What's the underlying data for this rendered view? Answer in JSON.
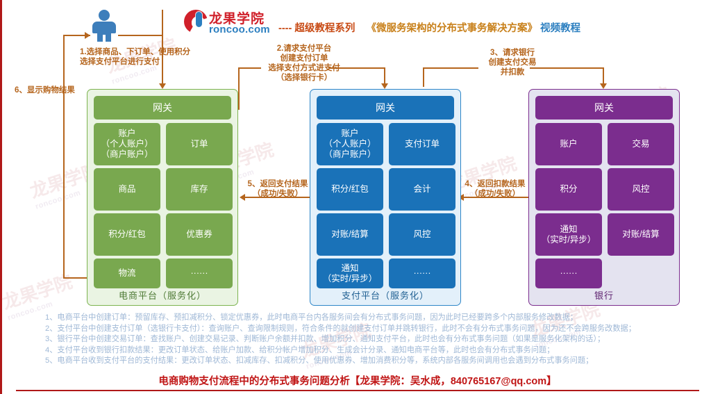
{
  "brand": {
    "logo_cn": "龙果学院",
    "logo_en": "roncoo.com",
    "logo_icon": "roncoo-logo-icon"
  },
  "header": {
    "dash": "----",
    "series": "超级教程系列",
    "course": "《微服务架构的分布式事务解决方案》",
    "suffix": "视频教程"
  },
  "actor": {
    "icon": "user-person-icon"
  },
  "flow_notes": {
    "n1": "1.选择商品、下订单、使用积分\n选择支付平台进行支付",
    "n2": "2.请求支付平台\n创建支付订单\n选择支付方式进支付\n（选择银行卡）",
    "n3": "3、请求银行\n创建支付交易\n并扣款",
    "n4": "4、返回扣款结果\n（成功/失败）",
    "n5": "5、返回支付结果\n（成功/失败）",
    "n6": "6、显示购物结果"
  },
  "panels": [
    {
      "id": "ecommerce",
      "caption": "电商平台（服务化）",
      "gateway": "网关",
      "color": "#79a84f",
      "cells": [
        "账户\n（个人账户）\n（商户账户）",
        "订单",
        "商品",
        "库存",
        "积分/红包",
        "优惠券",
        "物流",
        "······"
      ]
    },
    {
      "id": "payment",
      "caption": "支付平台（服务化）",
      "gateway": "网关",
      "color": "#1a72b8",
      "cells": [
        "账户\n（个人账户）\n（商户账户）",
        "支付订单",
        "积分/红包",
        "会计",
        "对账/结算",
        "风控",
        "通知\n（实时/异步）",
        "······"
      ]
    },
    {
      "id": "bank",
      "caption": "银行",
      "gateway": "网关",
      "color": "#7b2d8e",
      "cells": [
        "账户",
        "交易",
        "积分",
        "风控",
        "通知\n（实时/异步）",
        "对账/结算",
        "······",
        ""
      ]
    }
  ],
  "notes": [
    "1、电商平台中创建订单：预留库存、预扣减积分、锁定优惠券，此时电商平台内各服务间会有分布式事务问题，因为此时已经要跨多个内部服务修改数据；",
    "2、支付平台中创建支付订单（选银行卡支付）：查询账户、查询限制规则，符合条件的就创建支付订单并跳转银行，此时不会有分布式事务问题，因为还不会跨服务改数据；",
    "3、银行平台中创建交易订单：查找账户、创建交易记录、判断账户余额并扣款、增加积分、通知支付平台，此时也会有分布式事务问题（如果是服务化架构的话）；",
    "4、支付平台收到银行扣款结果：更改订单状态、给账户加款、给积分帐户增加积分、生成会计分录、通知电商平台等，此时也会有分布式事务问题；",
    "5、电商平台收到支付平台的支付结果：更改订单状态、扣减库存、扣减积分、使用优惠券、增加消费积分等，系统内部各服务间调用也会遇到分布式事务问题；"
  ],
  "footer": {
    "text": "电商购物支付流程中的分布式事务问题分析【龙果学院：吴水成，840765167@qq.com】"
  },
  "watermarks": [
    "龙果学院",
    "roncoo.com",
    "龙果学院",
    "roncoo.com",
    "龙果学院",
    "roncoo.com",
    "龙果学院",
    "roncoo.com"
  ],
  "colors": {
    "green": "#79a84f",
    "blue": "#1a72b8",
    "purple": "#7b2d8e",
    "arrow": "#b5651d",
    "red": "#c01414"
  }
}
